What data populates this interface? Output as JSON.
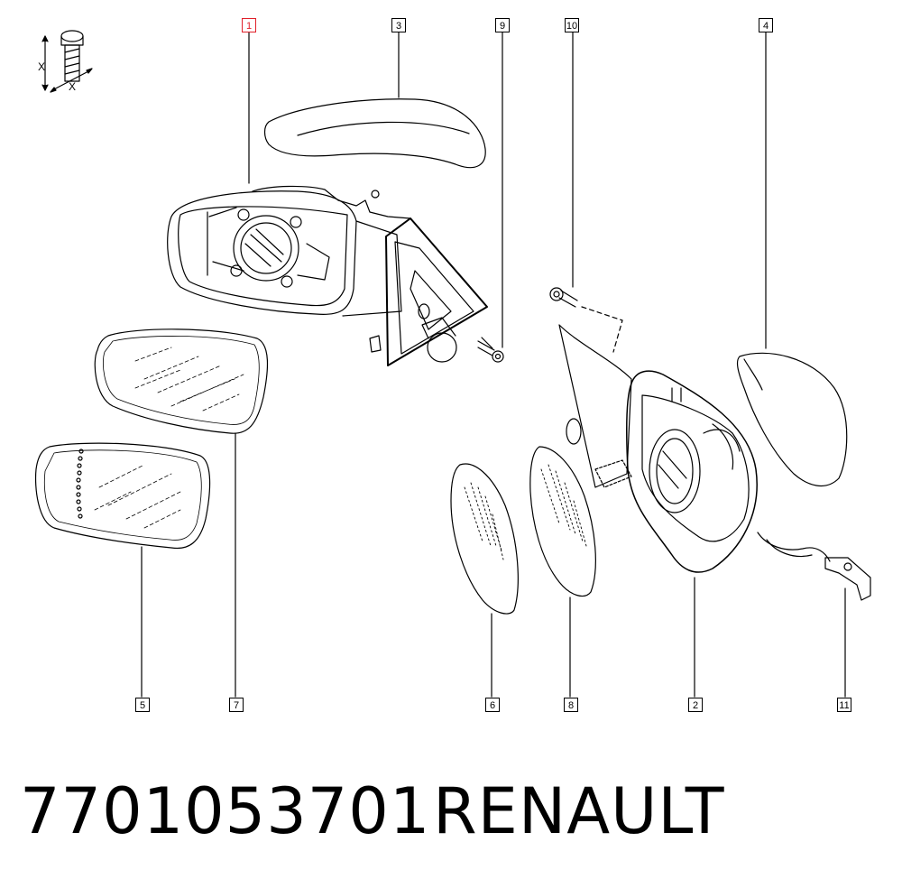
{
  "callouts": [
    {
      "id": "1",
      "selected": true
    },
    {
      "id": "3"
    },
    {
      "id": "9"
    },
    {
      "id": "10"
    },
    {
      "id": "4"
    },
    {
      "id": "5"
    },
    {
      "id": "7"
    },
    {
      "id": "6"
    },
    {
      "id": "8"
    },
    {
      "id": "2"
    },
    {
      "id": "11"
    }
  ],
  "dimension_symbol": {
    "x_label": "X"
  },
  "footer": {
    "part_number": "7701053701",
    "brand": "RENAULT"
  },
  "colors": {
    "line": "#000000",
    "selected": "#e0202a",
    "background": "#ffffff"
  }
}
